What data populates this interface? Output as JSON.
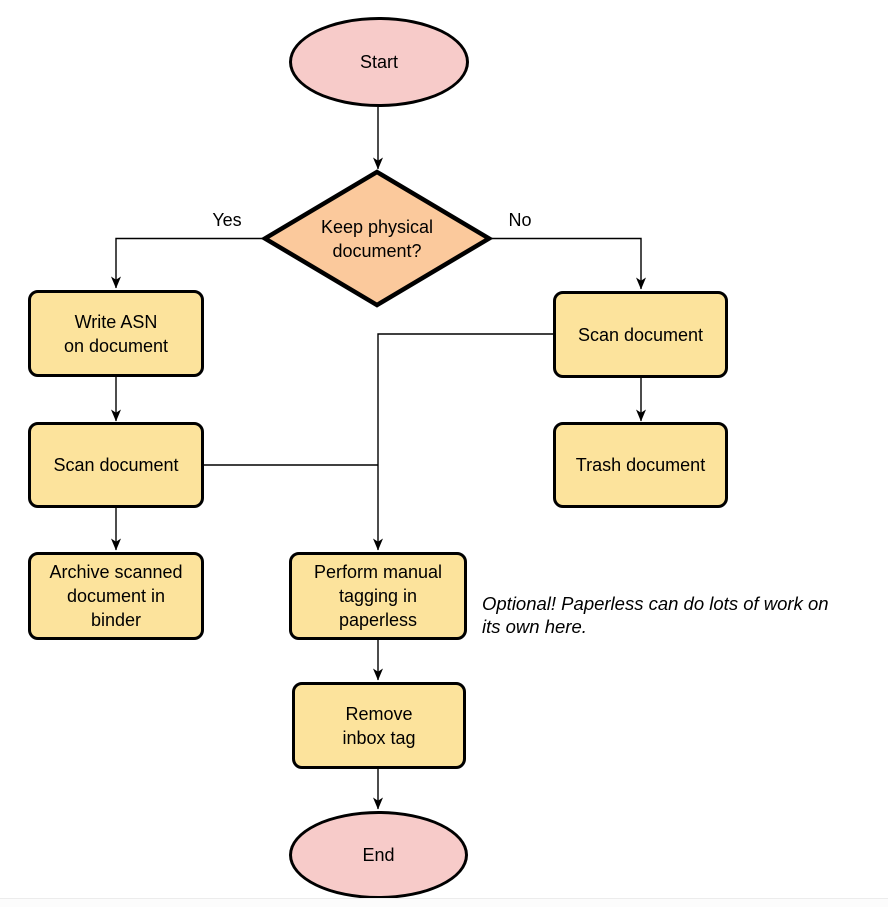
{
  "diagram": {
    "type": "flowchart",
    "background": "#ffffff",
    "nodes": {
      "start": {
        "label": "Start",
        "shape": "terminator",
        "fill": "#f7cbc9"
      },
      "decision": {
        "label": "Keep physical\ndocument?",
        "shape": "decision",
        "fill": "#fbc99c"
      },
      "write_asn": {
        "label": "Write ASN\non document",
        "shape": "process",
        "fill": "#fce39c"
      },
      "scan_left": {
        "label": "Scan document",
        "shape": "process",
        "fill": "#fce39c"
      },
      "archive": {
        "label": "Archive scanned\ndocument in\nbinder",
        "shape": "process",
        "fill": "#fce39c"
      },
      "scan_right": {
        "label": "Scan document",
        "shape": "process",
        "fill": "#fce39c"
      },
      "trash": {
        "label": "Trash document",
        "shape": "process",
        "fill": "#fce39c"
      },
      "tagging": {
        "label": "Perform manual\ntagging in\npaperless",
        "shape": "process",
        "fill": "#fce39c"
      },
      "remove_inbox": {
        "label": "Remove\ninbox tag",
        "shape": "process",
        "fill": "#fce39c"
      },
      "end": {
        "label": "End",
        "shape": "terminator",
        "fill": "#f7cbc9"
      }
    },
    "edge_labels": {
      "yes": "Yes",
      "no": "No"
    },
    "annotation": {
      "text": "Optional! Paperless can do lots of work on\nits own here."
    },
    "colors": {
      "stroke": "#000000",
      "line": "#000000",
      "terminator_fill": "#f7cbc9",
      "decision_fill": "#fbc99c",
      "process_fill": "#fce39c"
    }
  }
}
